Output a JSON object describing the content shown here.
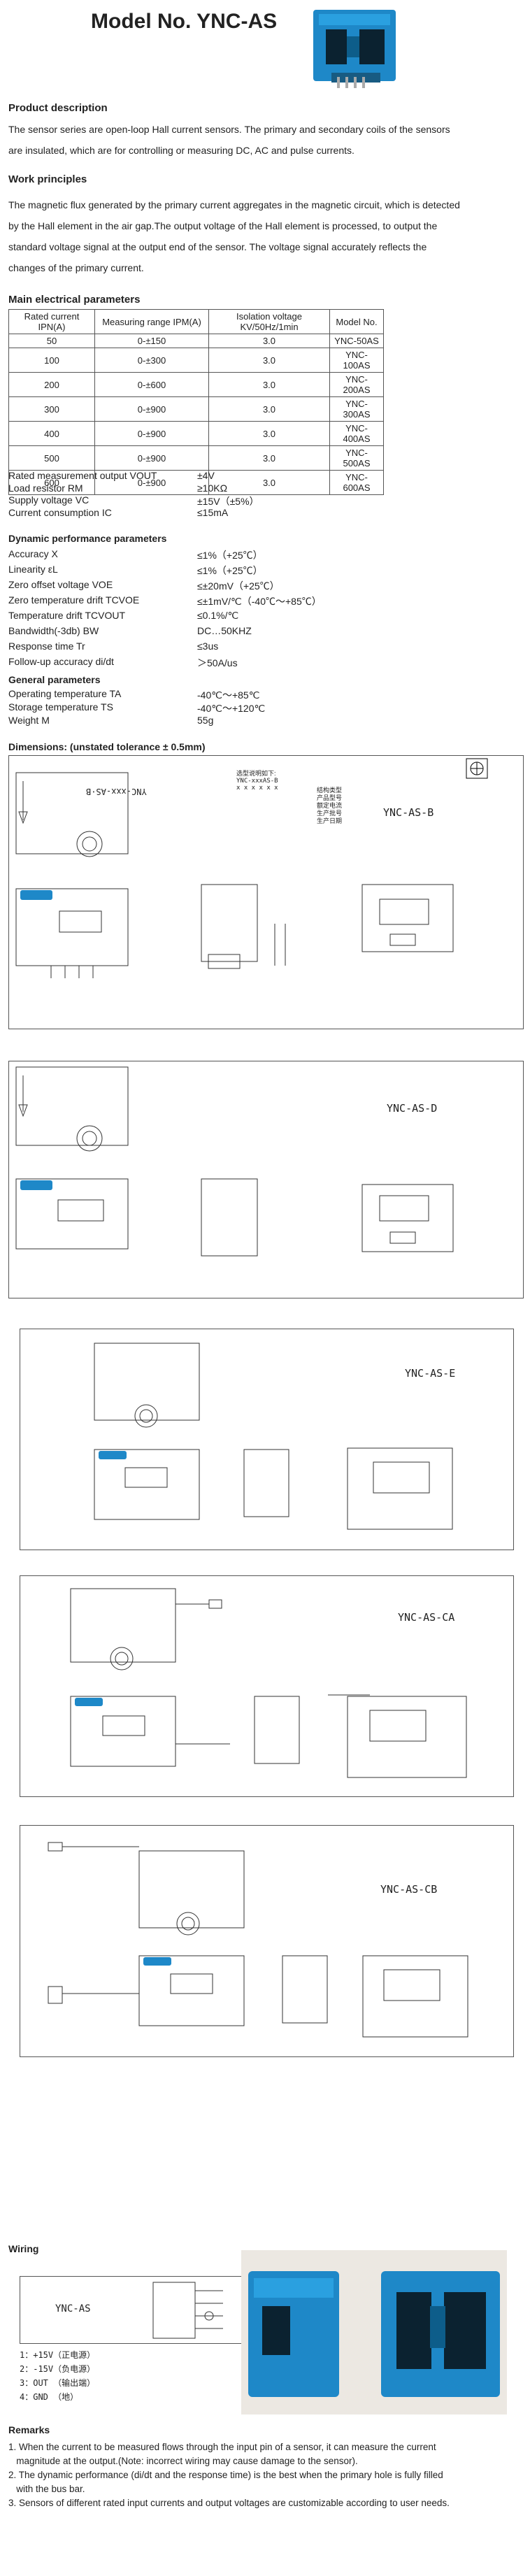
{
  "title": "Model No. YNC-AS",
  "product_description": {
    "heading": "Product description",
    "lines": [
      "The sensor series are open-loop Hall current sensors. The primary and secondary coils of the sensors",
      "are insulated, which are for controlling or measuring DC, AC and pulse currents."
    ]
  },
  "work_principles": {
    "heading": "Work principles",
    "lines": [
      "The magnetic flux generated by the primary current aggregates in the magnetic circuit, which is detected",
      "by the Hall element in the air gap.The output voltage of the Hall element is processed, to output the",
      "standard voltage signal at the output end of the sensor. The voltage signal accurately reflects the",
      " changes of the primary current."
    ]
  },
  "main_params": {
    "heading": "Main electrical parameters",
    "headers": [
      "Rated current IPN(A)",
      "Measuring range IPM(A)",
      "Isolation voltage KV/50Hz/1min",
      "Model No."
    ],
    "rows": [
      [
        "50",
        "0-±150",
        "3.0",
        "YNC-50AS"
      ],
      [
        "100",
        "0-±300",
        "3.0",
        "YNC-100AS"
      ],
      [
        "200",
        "0-±600",
        "3.0",
        "YNC-200AS"
      ],
      [
        "300",
        "0-±900",
        "3.0",
        "YNC-300AS"
      ],
      [
        "400",
        "0-±900",
        "3.0",
        "YNC-400AS"
      ],
      [
        "500",
        "0-±900",
        "3.0",
        "YNC-500AS"
      ],
      [
        "600",
        "0-±900",
        "3.0",
        "YNC-600AS"
      ]
    ],
    "extra": [
      [
        "Rated measurement output VOUT",
        "±4V"
      ],
      [
        "Load resistor RM",
        "≥10KΩ"
      ],
      [
        "Supply voltage VC",
        "±15V（±5%）"
      ],
      [
        "Current consumption IC",
        "≤15mA"
      ]
    ]
  },
  "dynamic": {
    "heading": "Dynamic performance parameters",
    "rows": [
      [
        "Accuracy X",
        "≤1%（+25℃）"
      ],
      [
        "Linearity εL",
        "≤1%（+25℃）"
      ],
      [
        "Zero offset voltage VOE",
        "≤±20mV（+25℃）"
      ],
      [
        "Zero temperature drift TCVOE",
        "≤±1mV/℃（-40℃～+85℃）"
      ],
      [
        "Temperature drift TCVOUT",
        "≤0.1%/℃"
      ],
      [
        "Bandwidth(-3db) BW",
        "DC…50KHZ"
      ],
      [
        "Response time Tr",
        "≤3us"
      ],
      [
        "Follow-up accuracy di/dt",
        "＞50A/us"
      ]
    ]
  },
  "general": {
    "heading": "General parameters",
    "rows": [
      [
        "Operating temperature TA",
        "-40℃～+85℃"
      ],
      [
        "Storage temperature TS",
        "-40℃～+120℃"
      ],
      [
        "Weight M",
        "55g"
      ]
    ]
  },
  "dimensions_heading": "Dimensions: (unstated tolerance ± 0.5mm)",
  "drawings": [
    {
      "label": "YNC-AS-B"
    },
    {
      "label": "YNC-AS-D"
    },
    {
      "label": "YNC-AS-E"
    },
    {
      "label": "YNC-AS-CA"
    },
    {
      "label": "YNC-AS-CB"
    }
  ],
  "model_code_legend": {
    "title": "选型说明如下:",
    "code": "YNC-xxxAS-B",
    "code2": "x x x x x x",
    "items": [
      "结构类型",
      "产品型号",
      "额定电流",
      "生产批号",
      "生产日期"
    ]
  },
  "wiring": {
    "heading": "Wiring",
    "label": "YNC-AS",
    "pins": [
      "1：+15V（正电源）",
      "2：-15V（负电源）",
      "3：OUT （输出端）",
      "4：GND （地）"
    ]
  },
  "remarks": {
    "heading": "Remarks",
    "items": [
      "1. When the current to be measured flows through the input pin of a sensor, it can measure the current",
      "   magnitude at the output.(Note: incorrect wiring may cause damage to the sensor).",
      "2. The dynamic performance (di/dt and the response time) is the best when the primary hole is fully filled",
      "   with the bus bar.",
      "3. Sensors of different rated input currents and output voltages are customizable according to user needs."
    ]
  }
}
